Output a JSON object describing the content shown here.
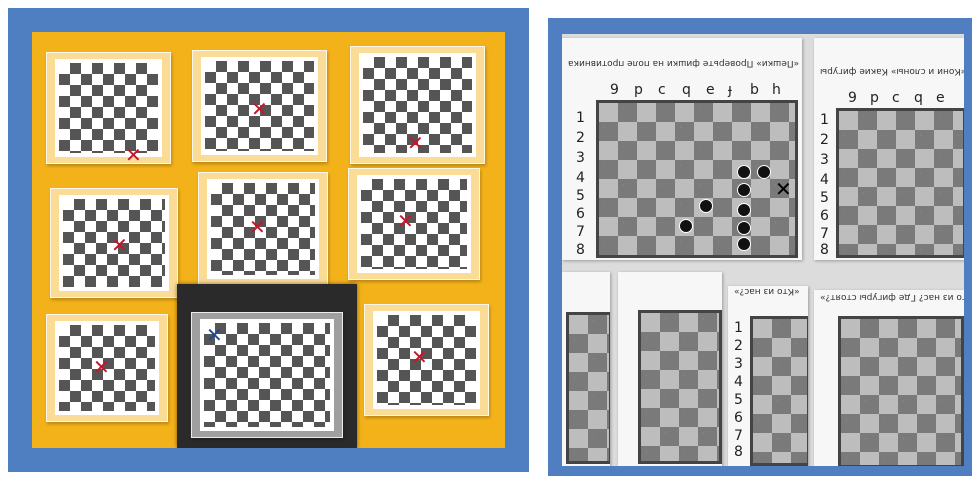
{
  "left_photo": {
    "marks": [
      "✕",
      "✕",
      "✕",
      "✕",
      "✕",
      "✕",
      "✕",
      "✕",
      "✕"
    ]
  },
  "right_photo": {
    "top_left_ranks": [
      "1",
      "2",
      "3",
      "4",
      "5",
      "6",
      "7",
      "8"
    ],
    "top_left_files": [
      "9",
      "p",
      "c",
      "q",
      "e",
      "ɟ",
      "b",
      "h"
    ],
    "top_right_ranks": [
      "1",
      "2",
      "3",
      "4",
      "5",
      "6",
      "7",
      "8"
    ],
    "top_right_files": [
      "9",
      "p",
      "c",
      "q",
      "e"
    ],
    "bottom_ranks": [
      "1",
      "2",
      "3",
      "4",
      "5",
      "6",
      "7",
      "8"
    ],
    "captions": {
      "top_left": "«Пешки» Проверьте фишки на поле противника",
      "top_right": "«Кони и слоны» Какие фигуры",
      "bottom_mid": "«Кто из нас?»",
      "bottom_right": "«Кто из нас? Где фигуры стоят?»"
    },
    "x_marker": "✕"
  }
}
